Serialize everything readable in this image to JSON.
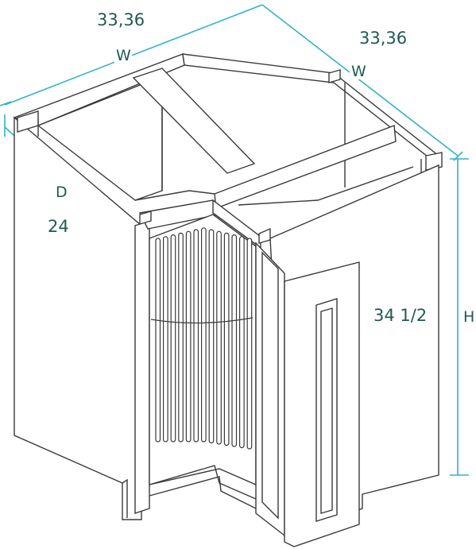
{
  "diagram": {
    "width_label_top": "33,36",
    "width_label_right": "33,36",
    "width_letter_top": "W",
    "width_letter_right": "W",
    "depth_letter": "D",
    "depth_value": "24",
    "height_value": "34 1/2",
    "height_letter": "H"
  },
  "colors": {
    "label_text": "#1f5a52",
    "dimension_line": "#2fb3c8",
    "outline": "#3a3a3a"
  }
}
